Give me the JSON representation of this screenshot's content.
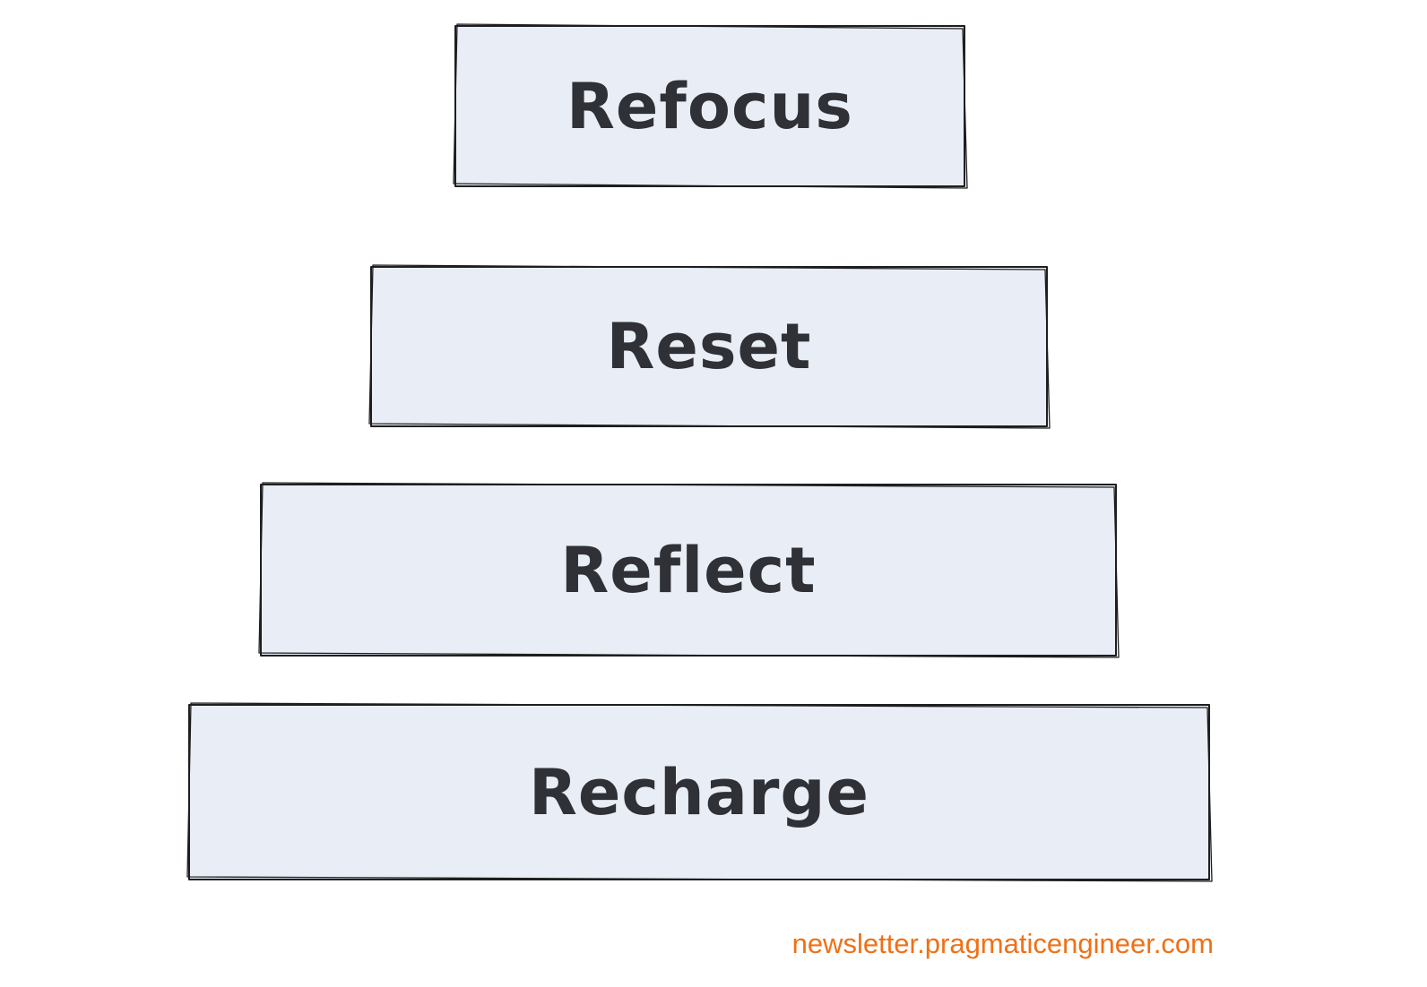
{
  "diagram": {
    "tiers": [
      {
        "label": "Refocus"
      },
      {
        "label": "Reset"
      },
      {
        "label": "Reflect"
      },
      {
        "label": "Recharge"
      }
    ],
    "box_fill": "#e9eef6",
    "box_stroke": "#1e1e1e",
    "text_color": "#2f3136"
  },
  "footer": {
    "text": "newsletter.pragmaticengineer.com",
    "color": "#f07016"
  }
}
